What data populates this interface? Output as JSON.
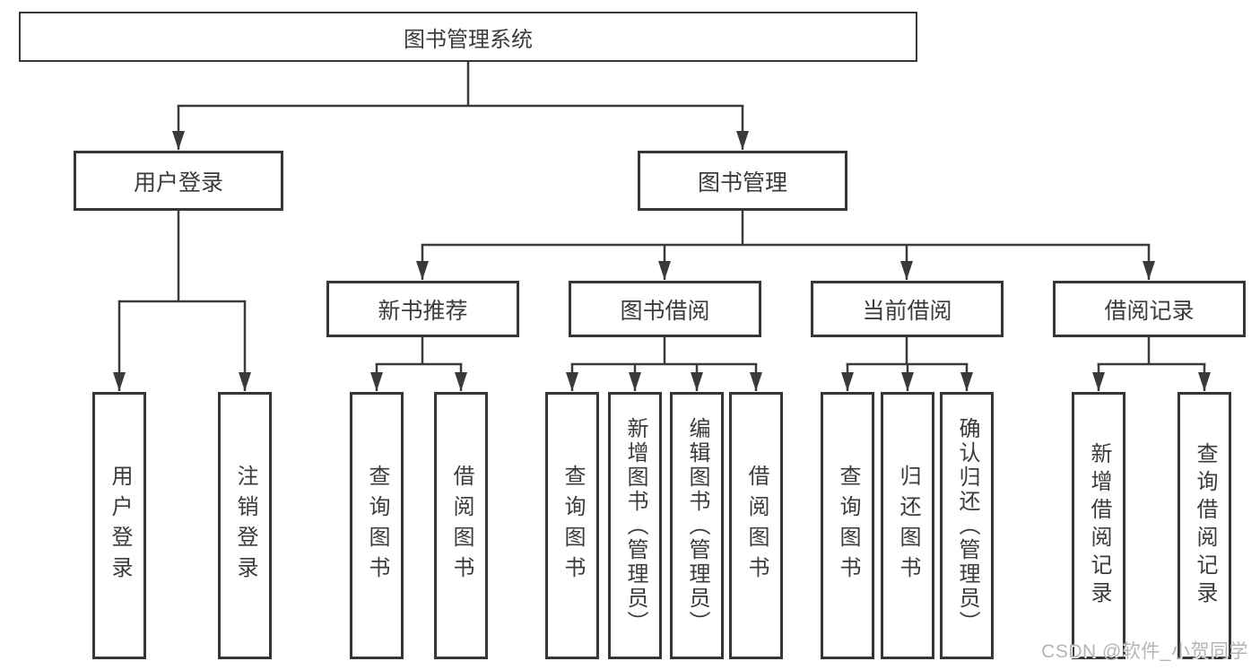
{
  "root": {
    "label": "图书管理系统"
  },
  "branches": [
    {
      "label": "用户登录",
      "children": [
        {
          "label": "用户登录"
        },
        {
          "label": "注销登录"
        }
      ]
    },
    {
      "label": "图书管理",
      "sections": [
        {
          "label": "新书推荐",
          "children": [
            {
              "label": "查询图书"
            },
            {
              "label": "借阅图书"
            }
          ]
        },
        {
          "label": "图书借阅",
          "children": [
            {
              "label": "查询图书"
            },
            {
              "label": "新增图书（管理员）"
            },
            {
              "label": "编辑图书（管理员）"
            },
            {
              "label": "借阅图书"
            }
          ]
        },
        {
          "label": "当前借阅",
          "children": [
            {
              "label": "查询图书"
            },
            {
              "label": "归还图书"
            },
            {
              "label": "确认归还（管理员）"
            }
          ]
        },
        {
          "label": "借阅记录",
          "children": [
            {
              "label": "新增借阅记录"
            },
            {
              "label": "查询借阅记录"
            }
          ]
        }
      ]
    }
  ],
  "watermark": "CSDN @软件_小贺同学",
  "colors": {
    "line": "#3a3a3a",
    "box_border": "#363636",
    "text": "#3b3b3b",
    "background": "#ffffff",
    "watermark": "#b4b4b4"
  }
}
